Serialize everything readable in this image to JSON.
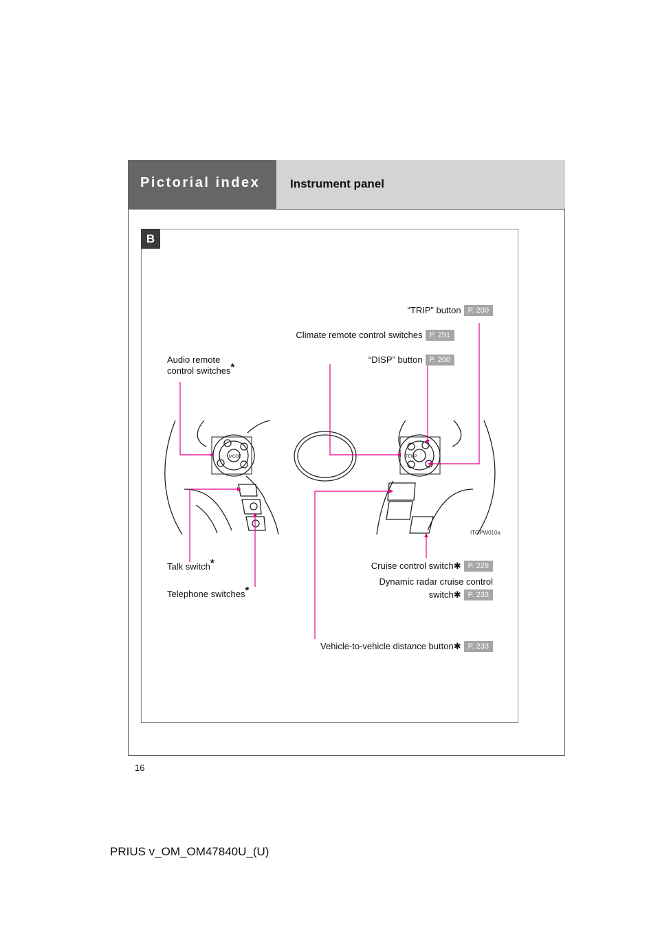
{
  "header": {
    "section": "Pictorial index",
    "title": "Instrument panel"
  },
  "badge": "B",
  "labels": {
    "trip": {
      "text": "“TRIP” button",
      "page": "P. 200"
    },
    "climate": {
      "text": "Climate remote control switches",
      "page": "P. 291"
    },
    "disp": {
      "text": "“DISP” button",
      "page": "P. 200"
    },
    "audio_line1": "Audio remote",
    "audio_line2": "control switches",
    "talk": "Talk switch",
    "telephone": "Telephone switches",
    "cruise": {
      "text": "Cruise control switch",
      "page": "P. 229"
    },
    "radar_line1": "Dynamic radar cruise control",
    "radar_line2": "switch",
    "radar_page": "P. 233",
    "distance": {
      "text": "Vehicle-to-vehicle distance button",
      "page": "P. 233"
    },
    "star": "*",
    "asterisk": "✱"
  },
  "illustration_code": "ITOPW010a",
  "switch_text": {
    "mode": "MODE",
    "temp": "TEMP"
  },
  "page_number": "16",
  "footer": "PRIUS v_OM_OM47840U_(U)",
  "colors": {
    "callout": "#e6008a",
    "header_dark": "#666666",
    "header_light": "#d4d4d4",
    "page_ref": "#a6a6a6"
  }
}
